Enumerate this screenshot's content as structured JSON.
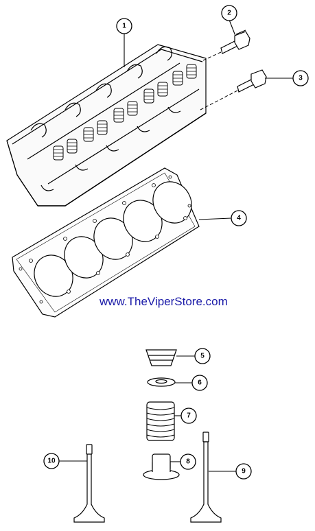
{
  "watermark": {
    "text": "www.TheViperStore.com",
    "color": "#1a1aa8"
  },
  "callouts": [
    {
      "id": "1",
      "part": "cylinder-head"
    },
    {
      "id": "2",
      "part": "head-bolt-short"
    },
    {
      "id": "3",
      "part": "head-bolt-long"
    },
    {
      "id": "4",
      "part": "head-gasket"
    },
    {
      "id": "5",
      "part": "valve-spring-retainer"
    },
    {
      "id": "6",
      "part": "valve-stem-seal-cap"
    },
    {
      "id": "7",
      "part": "valve-spring"
    },
    {
      "id": "8",
      "part": "valve-seal"
    },
    {
      "id": "9",
      "part": "exhaust-valve"
    },
    {
      "id": "10",
      "part": "intake-valve"
    }
  ]
}
